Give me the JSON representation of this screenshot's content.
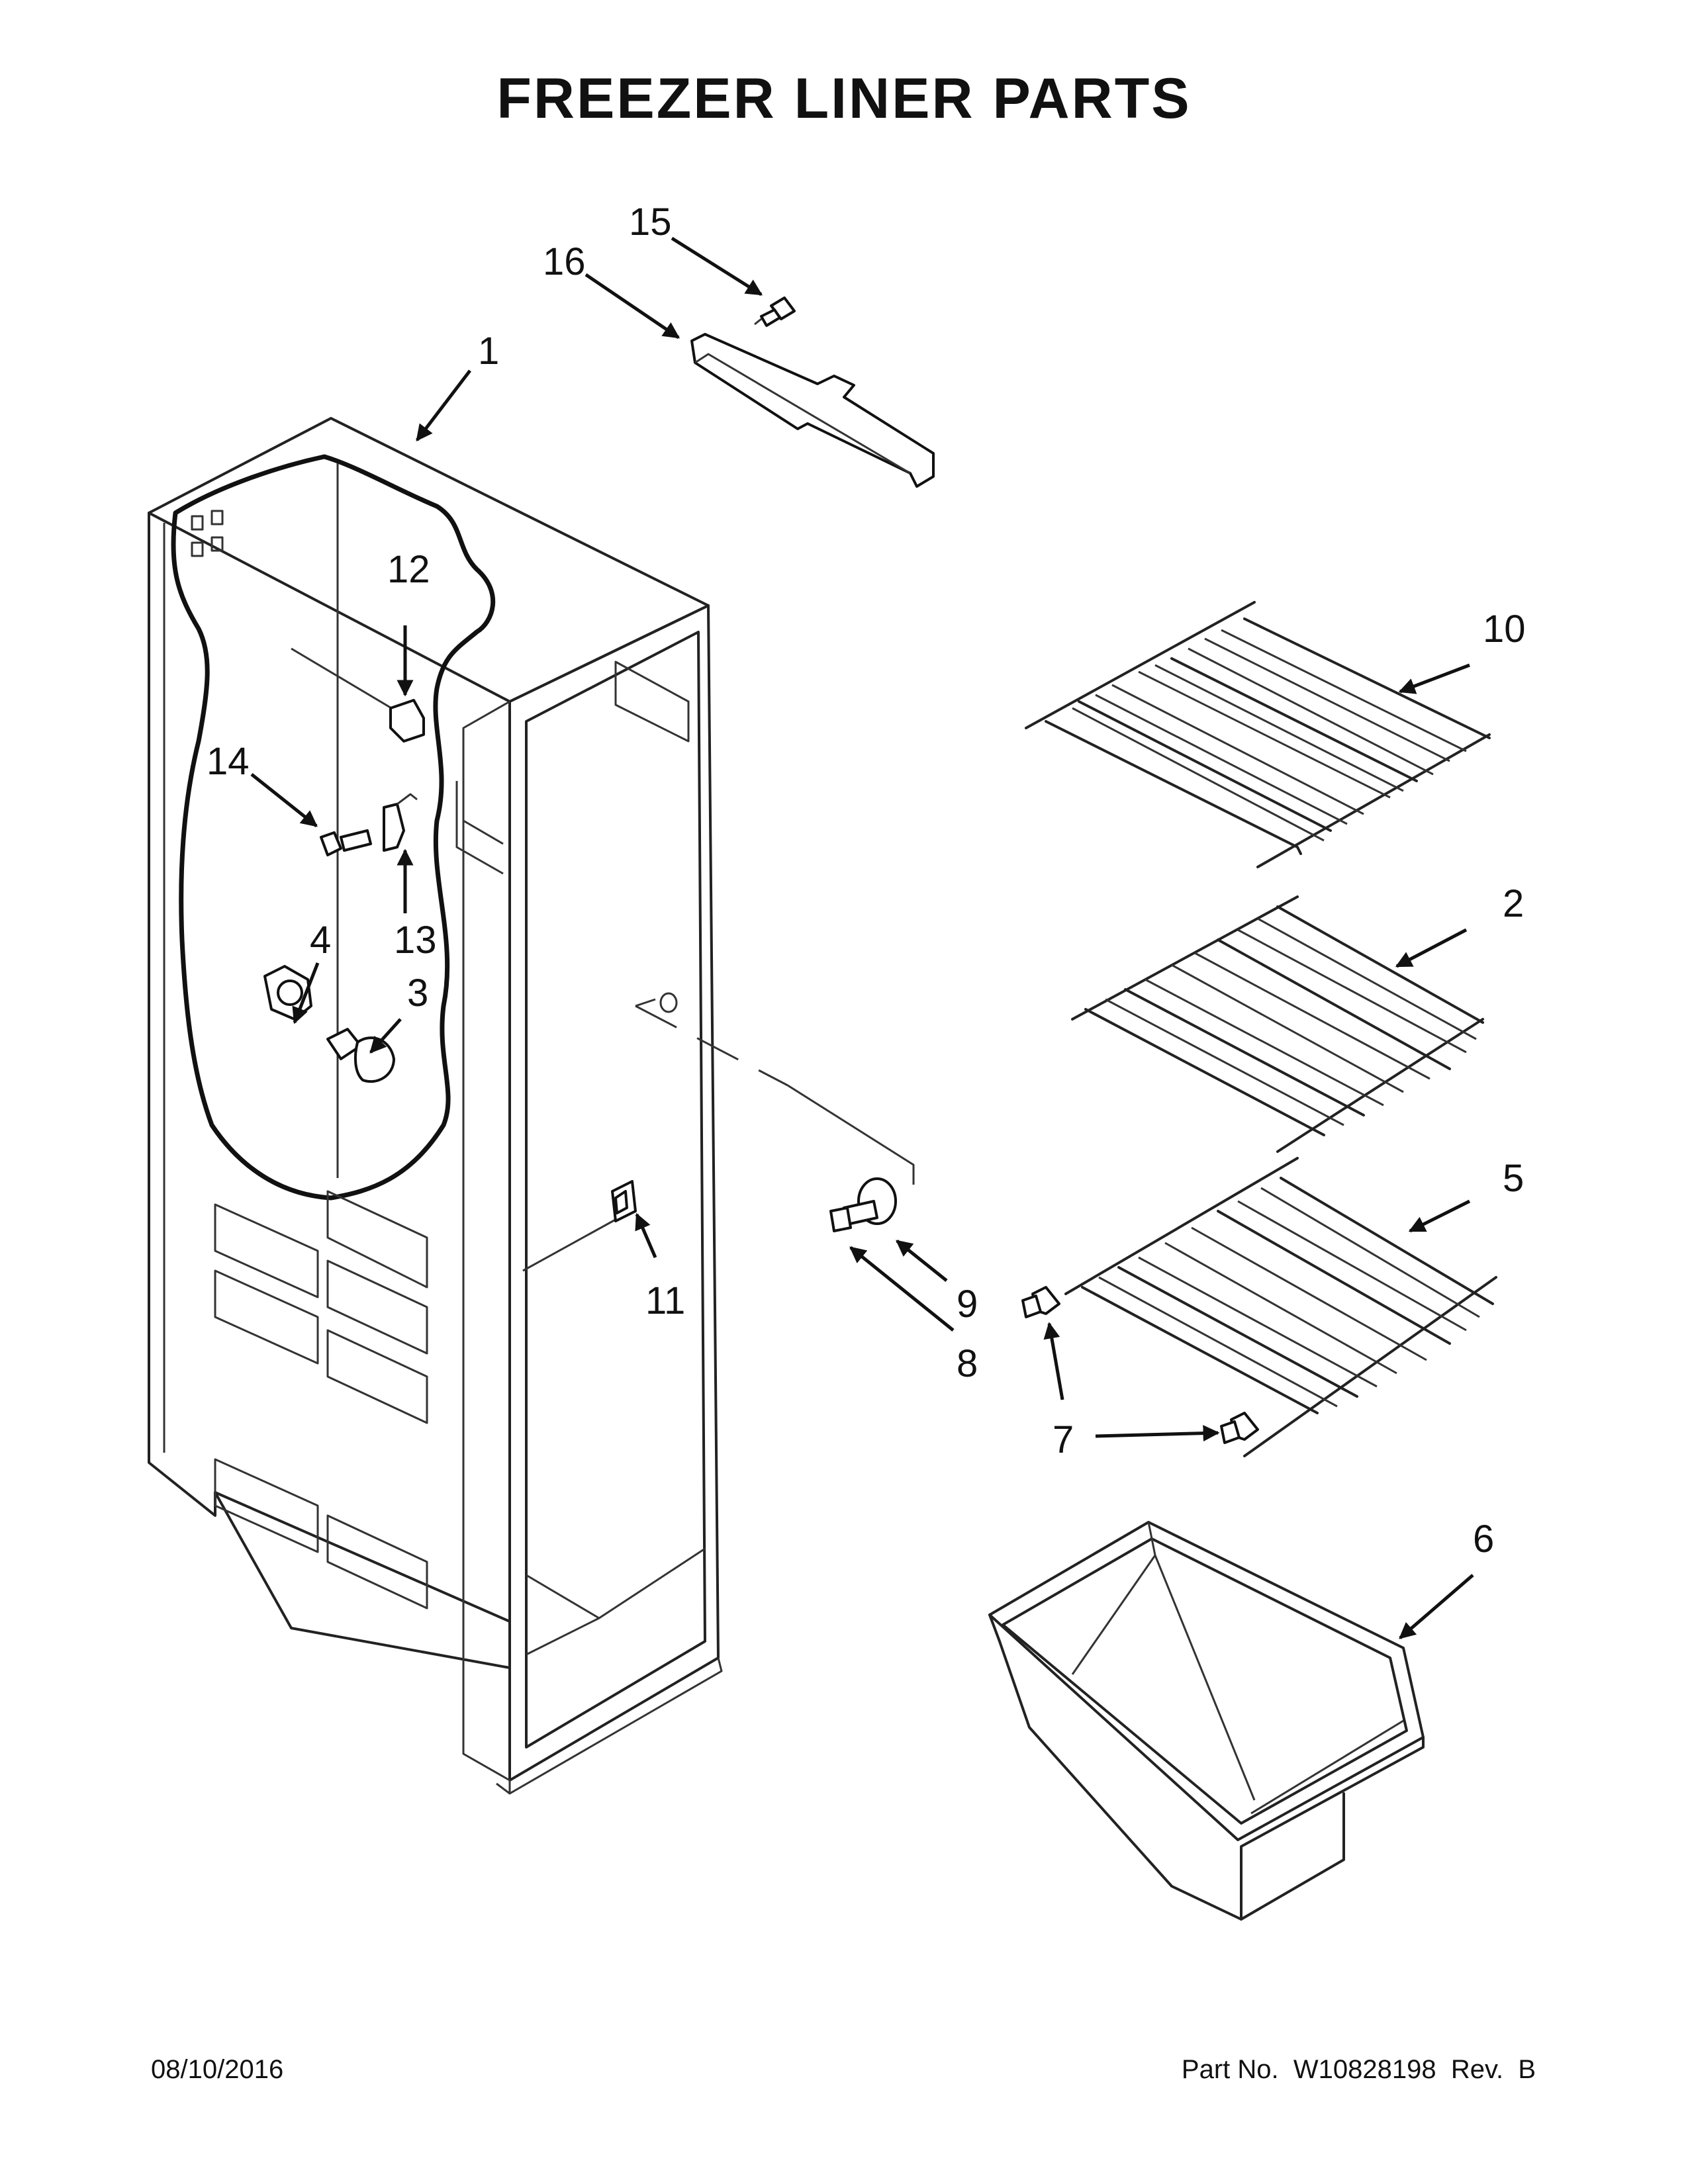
{
  "title": "FREEZER LINER PARTS",
  "footer": {
    "date": "08/10/2016",
    "part_number": "Part No.  W10828198  Rev.  B"
  },
  "callouts": [
    "1",
    "2",
    "3",
    "4",
    "5",
    "6",
    "7",
    "8",
    "9",
    "10",
    "11",
    "12",
    "13",
    "14",
    "15",
    "16"
  ]
}
